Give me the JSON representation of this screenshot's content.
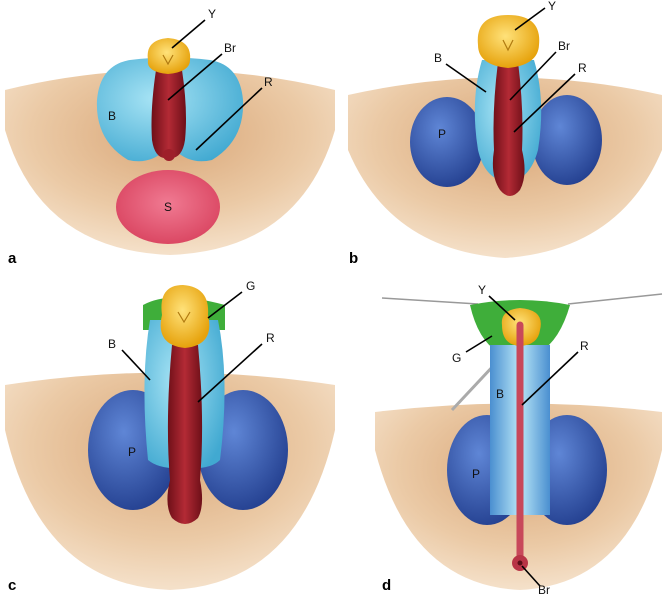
{
  "panels": [
    {
      "letter": "a",
      "labels": {
        "y": "Y",
        "br": "Br",
        "r": "R",
        "b": "B",
        "s": "S"
      }
    },
    {
      "letter": "b",
      "labels": {
        "y": "Y",
        "br": "Br",
        "r": "R",
        "b": "B",
        "p": "P"
      }
    },
    {
      "letter": "c",
      "labels": {
        "g": "G",
        "r": "R",
        "b": "B",
        "p": "P"
      }
    },
    {
      "letter": "d",
      "labels": {
        "y": "Y",
        "r": "R",
        "g": "G",
        "b": "B",
        "p": "P",
        "br": "Br"
      }
    }
  ],
  "colors": {
    "skin": "#e9c9a3",
    "yellow": "#f2b31e",
    "blue_light": "#6ec8e6",
    "blue_dark": "#3b5fb3",
    "dark_red": "#8e1b24",
    "pink": "#e45a76",
    "green": "#3fae3a"
  }
}
